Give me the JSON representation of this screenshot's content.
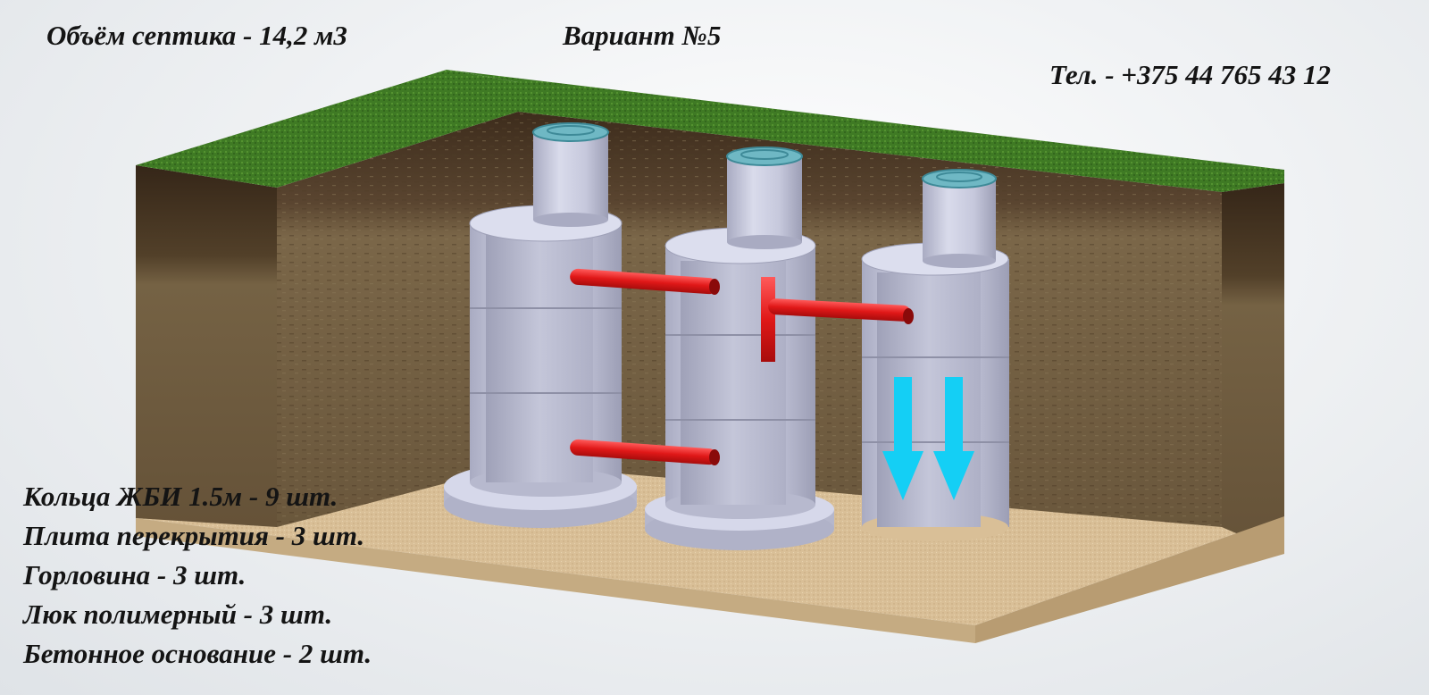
{
  "header": {
    "volume": "Объём септика - 14,2 м3",
    "variant": "Вариант №5",
    "phone": "Тел. - +375 44 765 43 12"
  },
  "specs": [
    "Кольца ЖБИ 1.5м - 9 шт.",
    "Плита перекрытия - 3 шт.",
    "Горловина - 3 шт.",
    "Люк полимерный - 3 шт.",
    "Бетонное основание - 2 шт."
  ],
  "colors": {
    "grass": "#3f7a24",
    "soil": "#6e5a3e",
    "sand": "#d9bf97",
    "concrete": "#c7c9de",
    "pipe": "#e01818",
    "hatch": "#6fb8c4",
    "flow_arrow": "#14cff5"
  },
  "icons": {
    "flow_arrows": "arrow-down-icon"
  }
}
